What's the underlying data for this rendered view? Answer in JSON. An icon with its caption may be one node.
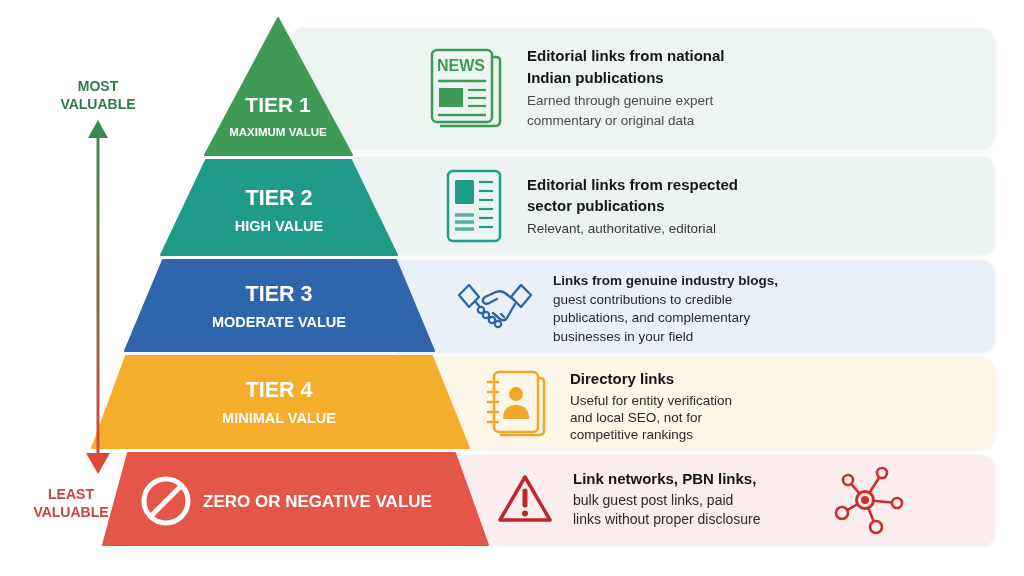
{
  "diagram": {
    "nodes": [
      {
        "text": [
          "TIER 1",
          "MAXIMUM VALUE"
        ]
      },
      {
        "text": [
          "Editorial links from national Indian publications",
          "Earned through genuine expert commentary or original data"
        ]
      },
      {
        "text": [
          "TIER 2",
          "HIGH VALUE"
        ]
      },
      {
        "text": [
          "Editorial links from respected sector publications",
          "Relevant, authoritative, editorial"
        ]
      },
      {
        "text": [
          "TIER 3",
          "MODERATE VALUE"
        ]
      },
      {
        "text": [
          "Links from genuine industry blogs,",
          "guest contributions to credible publications, and complementary businesses in your field"
        ]
      },
      {
        "text": [
          "TIER 4",
          "MINIMAL VALUE"
        ]
      },
      {
        "text": [
          "Directory links",
          "Useful for entity verification and local SEO, not for competitive rankings"
        ]
      },
      {
        "text": [
          "ZERO OR NEGATIVE VALUE"
        ]
      },
      {
        "text": [
          "Link networks, PBN links,",
          "bulk guest post links, paid links without proper disclosure"
        ]
      }
    ],
    "labels": [
      "MOST VALUABLE",
      "NEWS",
      "LEAST VALUABLE"
    ]
  }
}
